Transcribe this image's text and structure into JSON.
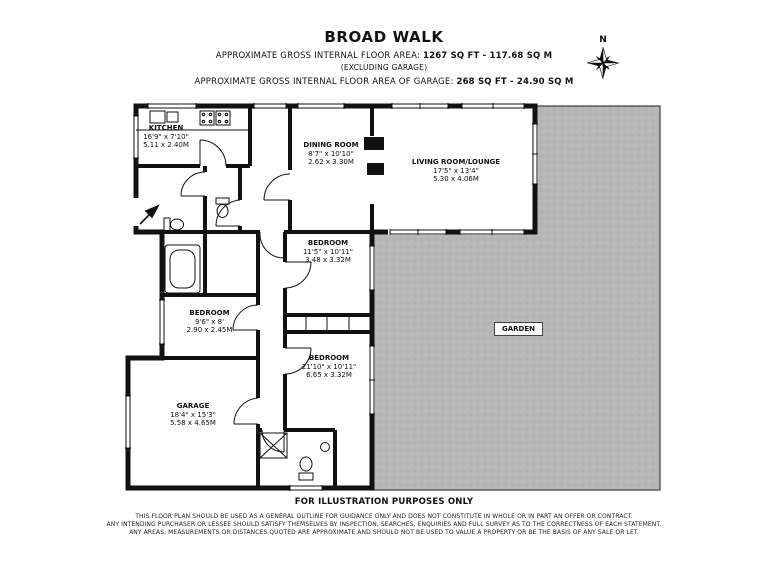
{
  "header": {
    "title": "BROAD WALK",
    "area_label": "APPROXIMATE GROSS INTERNAL FLOOR AREA: ",
    "area_value": "1267 SQ FT - 117.68 SQ M",
    "excluding": "(EXCLUDING GARAGE)",
    "garage_label": "APPROXIMATE GROSS INTERNAL FLOOR AREA OF GARAGE: ",
    "garage_value": "268 SQ FT - 24.90 SQ M",
    "compass": "N"
  },
  "rooms": [
    {
      "name": "KITCHEN",
      "imperial": "16'9\" x 7'10\"",
      "metric": "5.11 x 2.40M"
    },
    {
      "name": "DINING ROOM",
      "imperial": "8'7\" x 10'10\"",
      "metric": "2.62 x 3.30M"
    },
    {
      "name": "LIVING ROOM/LOUNGE",
      "imperial": "17'5\" x 13'4\"",
      "metric": "5.30 x 4.06M"
    },
    {
      "name": "BEDROOM",
      "imperial": "11'5\" x 10'11\"",
      "metric": "3.48 x 3.32M"
    },
    {
      "name": "BEDROOM",
      "imperial": "9'6\" x 8'",
      "metric": "2.90 x 2.45M"
    },
    {
      "name": "BEDROOM",
      "imperial": "21'10\" x 10'11\"",
      "metric": "6.65 x 3.32M"
    },
    {
      "name": "GARAGE",
      "imperial": "18'4\" x 15'3\"",
      "metric": "5.58 x 4.65M"
    }
  ],
  "garden_label": "GARDEN",
  "footer": {
    "illustration": "FOR ILLUSTRATION PURPOSES ONLY",
    "line1": "THIS FLOOR PLAN SHOULD BE USED AS A GENERAL OUTLINE FOR GUIDANCE ONLY AND DOES NOT CONSTITUTE IN WHOLE OR IN PART AN OFFER OR CONTRACT.",
    "line2": "ANY INTENDING PURCHASER OR LESSEE SHOULD SATISFY THEMSELVES BY INSPECTION, SEARCHES, ENQUIRIES AND FULL SURVEY AS TO THE CORRECTNESS OF EACH STATEMENT.",
    "line3": "ANY AREAS, MEASUREMENTS OR DISTANCES QUOTED ARE APPROXIMATE AND SHOULD NOT BE USED TO VALUE A PROPERTY OR BE THE BASIS OF ANY SALE OR LET."
  },
  "colors": {
    "wall": "#111111",
    "garden": "#b6b6b6"
  }
}
